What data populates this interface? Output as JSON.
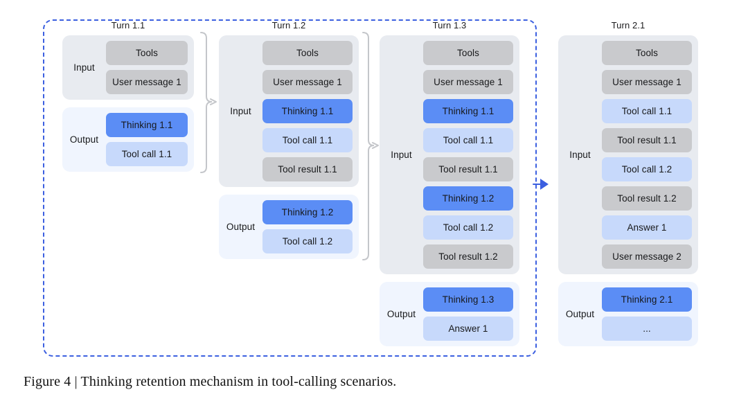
{
  "figure": {
    "caption": "Figure 4 | Thinking retention mechanism in tool-calling scenarios.",
    "colors": {
      "accent_blue": "#3b5fe0",
      "thinking_block": "#5b8df5",
      "model_output_block": "#c7d9fb",
      "external_block": "#c9cacd",
      "input_panel_bg": "#e8ebf0",
      "output_panel_bg": "#f0f5fe",
      "connector_gray": "#c4c6ca"
    },
    "retention_region_label": "dashed-blue-region-turn-1"
  },
  "columns": [
    {
      "id": "turn-1-1",
      "title": "Turn 1.1",
      "sections": [
        {
          "label": "Input",
          "kind": "input",
          "blocks": [
            {
              "text": "Tools",
              "style": "gray"
            },
            {
              "text": "User message 1",
              "style": "gray"
            }
          ]
        },
        {
          "label": "Output",
          "kind": "output",
          "blocks": [
            {
              "text": "Thinking 1.1",
              "style": "blue"
            },
            {
              "text": "Tool call 1.1",
              "style": "light"
            }
          ]
        }
      ]
    },
    {
      "id": "turn-1-2",
      "title": "Turn 1.2",
      "sections": [
        {
          "label": "Input",
          "kind": "input",
          "blocks": [
            {
              "text": "Tools",
              "style": "gray"
            },
            {
              "text": "User message 1",
              "style": "gray"
            },
            {
              "text": "Thinking 1.1",
              "style": "blue"
            },
            {
              "text": "Tool call 1.1",
              "style": "light"
            },
            {
              "text": "Tool result 1.1",
              "style": "gray"
            }
          ]
        },
        {
          "label": "Output",
          "kind": "output",
          "blocks": [
            {
              "text": "Thinking 1.2",
              "style": "blue"
            },
            {
              "text": "Tool call 1.2",
              "style": "light"
            }
          ]
        }
      ]
    },
    {
      "id": "turn-1-3",
      "title": "Turn 1.3",
      "sections": [
        {
          "label": "Input",
          "kind": "input",
          "blocks": [
            {
              "text": "Tools",
              "style": "gray"
            },
            {
              "text": "User message 1",
              "style": "gray"
            },
            {
              "text": "Thinking 1.1",
              "style": "blue"
            },
            {
              "text": "Tool call 1.1",
              "style": "light"
            },
            {
              "text": "Tool result 1.1",
              "style": "gray"
            },
            {
              "text": "Thinking 1.2",
              "style": "blue"
            },
            {
              "text": "Tool call 1.2",
              "style": "light"
            },
            {
              "text": "Tool result 1.2",
              "style": "gray"
            }
          ]
        },
        {
          "label": "Output",
          "kind": "output",
          "blocks": [
            {
              "text": "Thinking 1.3",
              "style": "blue"
            },
            {
              "text": "Answer 1",
              "style": "light"
            }
          ]
        }
      ]
    },
    {
      "id": "turn-2-1",
      "title": "Turn 2.1",
      "sections": [
        {
          "label": "Input",
          "kind": "input",
          "blocks": [
            {
              "text": "Tools",
              "style": "gray"
            },
            {
              "text": "User message 1",
              "style": "gray"
            },
            {
              "text": "Tool call 1.1",
              "style": "light"
            },
            {
              "text": "Tool result 1.1",
              "style": "gray"
            },
            {
              "text": "Tool call 1.2",
              "style": "light"
            },
            {
              "text": "Tool result 1.2",
              "style": "gray"
            },
            {
              "text": "Answer 1",
              "style": "light"
            },
            {
              "text": "User message 2",
              "style": "gray"
            }
          ]
        },
        {
          "label": "Output",
          "kind": "output",
          "blocks": [
            {
              "text": "Thinking 2.1",
              "style": "blue"
            },
            {
              "text": "...",
              "style": "light"
            }
          ]
        }
      ]
    }
  ],
  "connectors": [
    {
      "id": "brace-1-to-2",
      "from": "turn-1-1",
      "to": "turn-1-2",
      "icon": "brace-arrow-right-icon"
    },
    {
      "id": "brace-2-to-3",
      "from": "turn-1-2",
      "to": "turn-1-3",
      "icon": "brace-arrow-right-icon"
    },
    {
      "id": "stage-arrow-1-to-2",
      "from": "turn-1-3",
      "to": "turn-2-1",
      "icon": "arrow-right-icon"
    }
  ]
}
